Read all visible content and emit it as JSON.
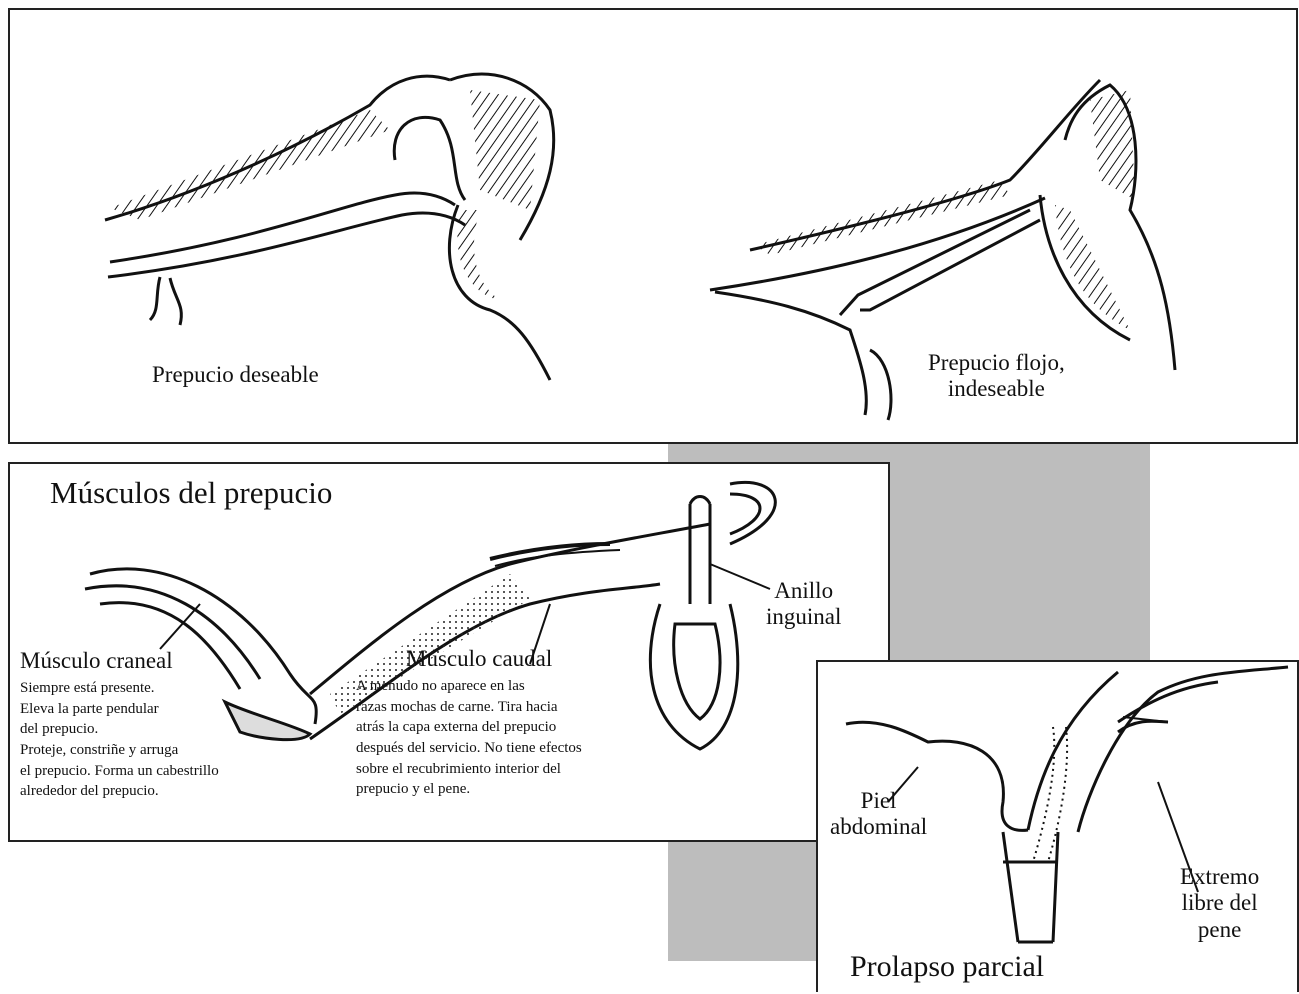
{
  "top_panel": {
    "label_left": "Prepucio deseable",
    "label_right": "Prepucio flojo,\nindeseable"
  },
  "muscles_panel": {
    "title": "Músculos del prepucio",
    "cranial_label": "Músculo craneal",
    "cranial_text": "Siempre está presente.\nEleva la parte pendular\ndel prepucio.\nProteje, constriñe y arruga\nel prepucio. Forma un cabestrillo\nalrededor del prepucio.",
    "caudal_label": "Músculo caudal",
    "caudal_text": "A menudo no aparece en las\nrazas mochas de carne. Tira hacia\natrás la capa externa del prepucio\ndespués del servicio. No tiene efectos\nsobre el recubrimiento interior del\nprepucio y el pene.",
    "inguinal_label": "Anillo\ninguinal"
  },
  "prolapse_panel": {
    "title": "Prolapso parcial",
    "skin_label": "Piel\nabdominal",
    "tip_label": "Extremo\nlibre del\npene"
  }
}
